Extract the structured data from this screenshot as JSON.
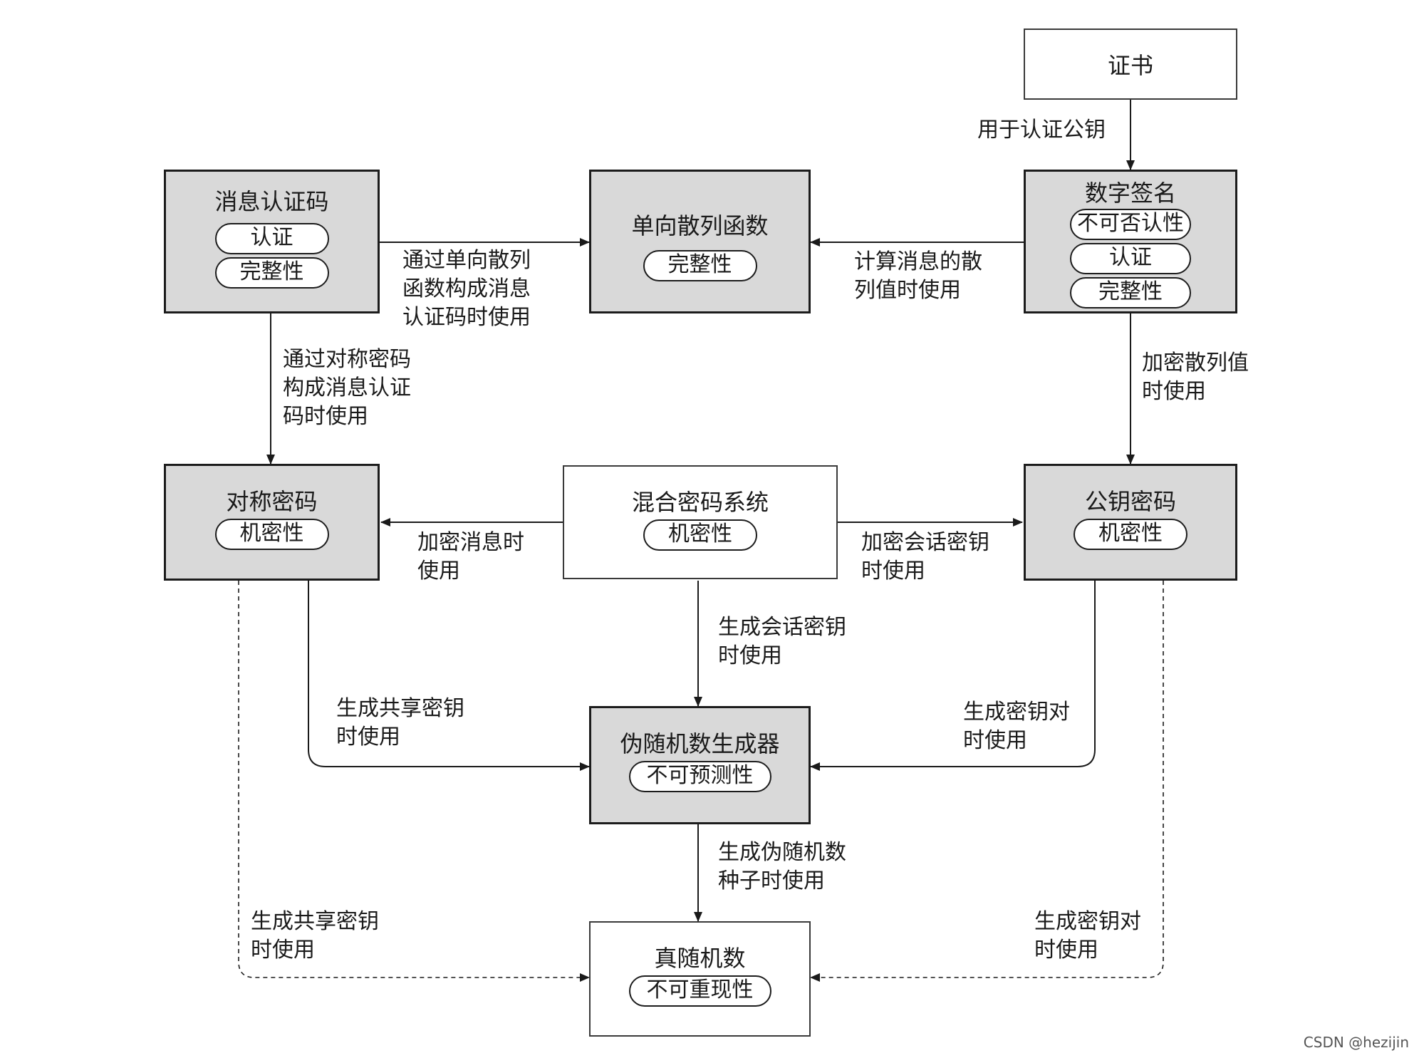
{
  "nodes": {
    "certificate": {
      "title": "证书"
    },
    "mac": {
      "title": "消息认证码",
      "props": [
        "认证",
        "完整性"
      ]
    },
    "hash": {
      "title": "单向散列函数",
      "props": [
        "完整性"
      ]
    },
    "signature": {
      "title": "数字签名",
      "props": [
        "不可否认性",
        "认证",
        "完整性"
      ]
    },
    "symmetric": {
      "title": "对称密码",
      "props": [
        "机密性"
      ]
    },
    "hybrid": {
      "title": "混合密码系统",
      "props": [
        "机密性"
      ]
    },
    "public_key": {
      "title": "公钥密码",
      "props": [
        "机密性"
      ]
    },
    "prng": {
      "title": "伪随机数生成器",
      "props": [
        "不可预测性"
      ]
    },
    "trng": {
      "title": "真随机数",
      "props": [
        "不可重现性"
      ]
    }
  },
  "edges": {
    "cert_to_sig": "用于认证公钥",
    "mac_to_hash": "通过单向散列\n函数构成消息\n认证码时使用",
    "sig_to_hash": "计算消息的散\n列值时使用",
    "mac_to_sym": "通过对称密码\n构成消息认证\n码时使用",
    "sig_to_pk": "加密散列值\n时使用",
    "hybrid_to_sym": "加密消息时\n使用",
    "hybrid_to_pk": "加密会话密钥\n时使用",
    "hybrid_to_prng": "生成会话密钥\n时使用",
    "sym_to_prng": "生成共享密钥\n时使用",
    "pk_to_prng": "生成密钥对\n时使用",
    "prng_to_trng": "生成伪随机数\n种子时使用",
    "sym_to_trng": "生成共享密钥\n时使用",
    "pk_to_trng": "生成密钥对\n时使用"
  },
  "footer": "CSDN @hezijin"
}
